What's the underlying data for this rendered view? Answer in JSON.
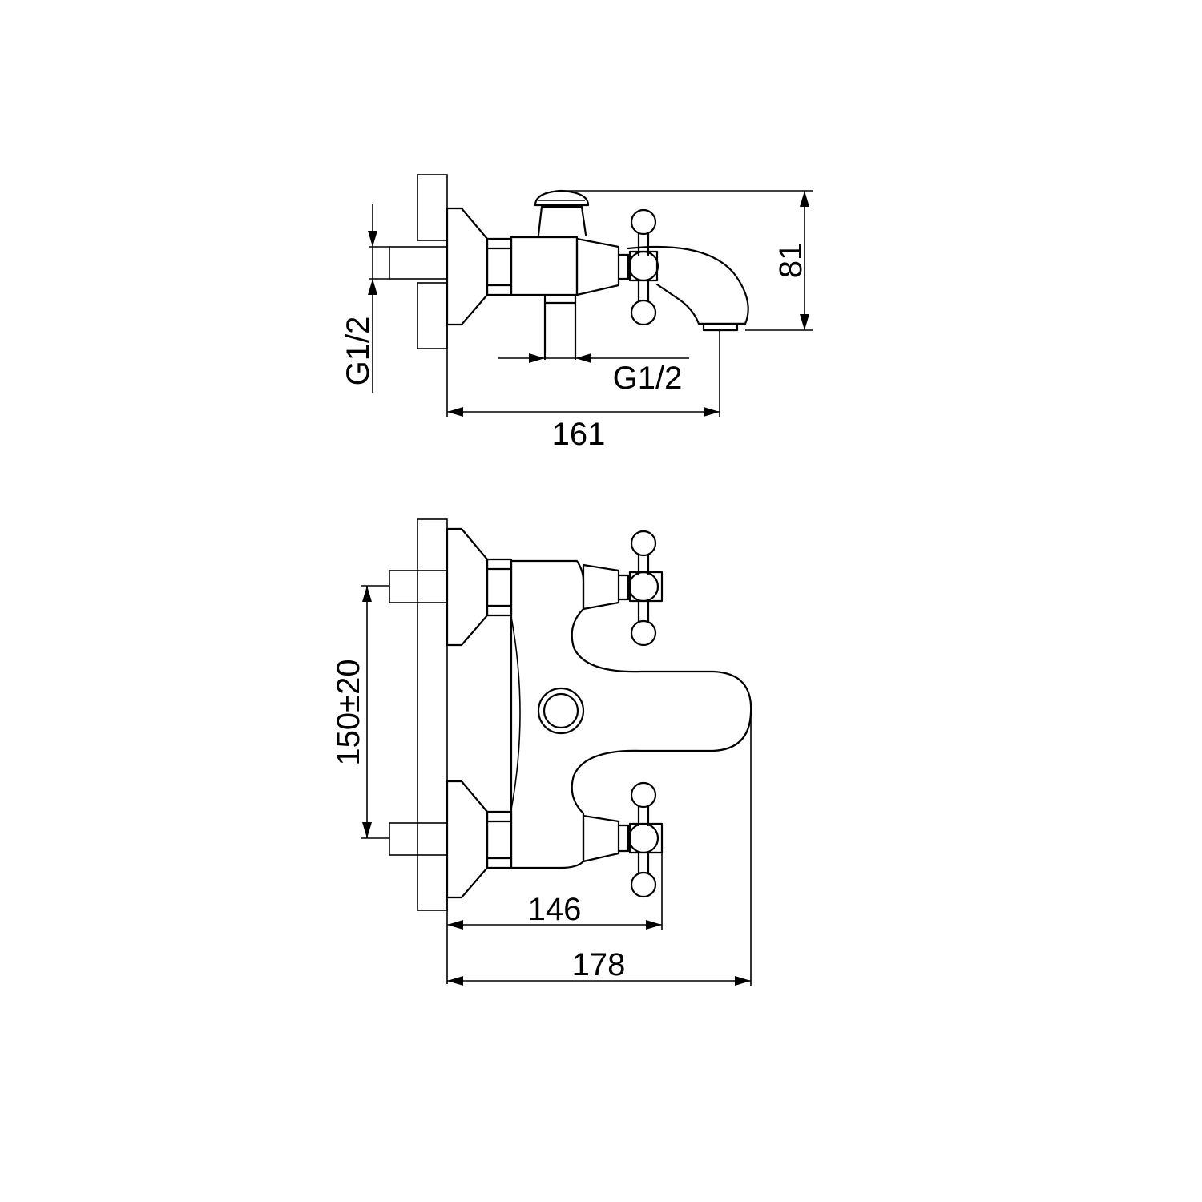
{
  "dimensions": {
    "top_height": "81",
    "top_inlet_thread": "G1/2",
    "top_outlet_thread": "G1/2",
    "top_projection": "161",
    "bottom_centers": "150±20",
    "bottom_handle_projection": "146",
    "bottom_total_projection": "178"
  },
  "colors": {
    "line": "#000000",
    "background": "#ffffff"
  }
}
